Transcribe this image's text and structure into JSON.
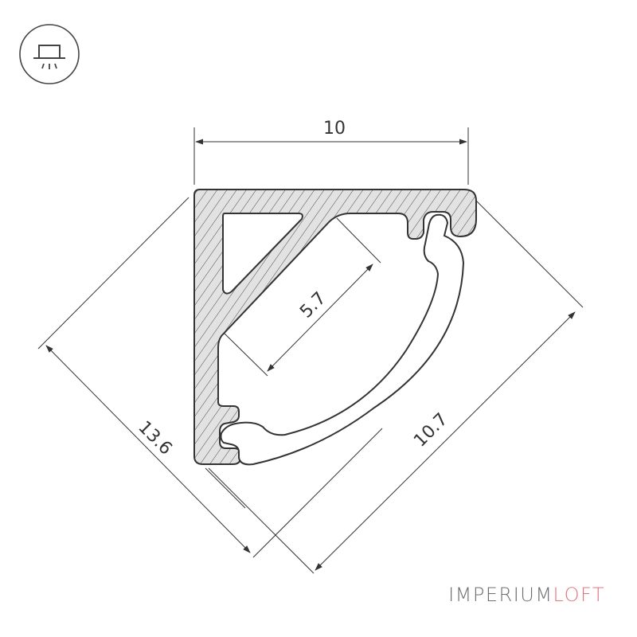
{
  "icon": {
    "name": "ceiling-light-icon"
  },
  "dimensions": {
    "width": "10",
    "inner": "5.7",
    "left_side": "13.6",
    "right_side": "10.7"
  },
  "logo": {
    "part1": "IMPERIUM",
    "part2": "LOFT"
  },
  "colors": {
    "outline": "#333333",
    "hatch_fill": "#d8d8d8",
    "logo_gray": "#6d6e71",
    "logo_pink": "#e2747e"
  }
}
